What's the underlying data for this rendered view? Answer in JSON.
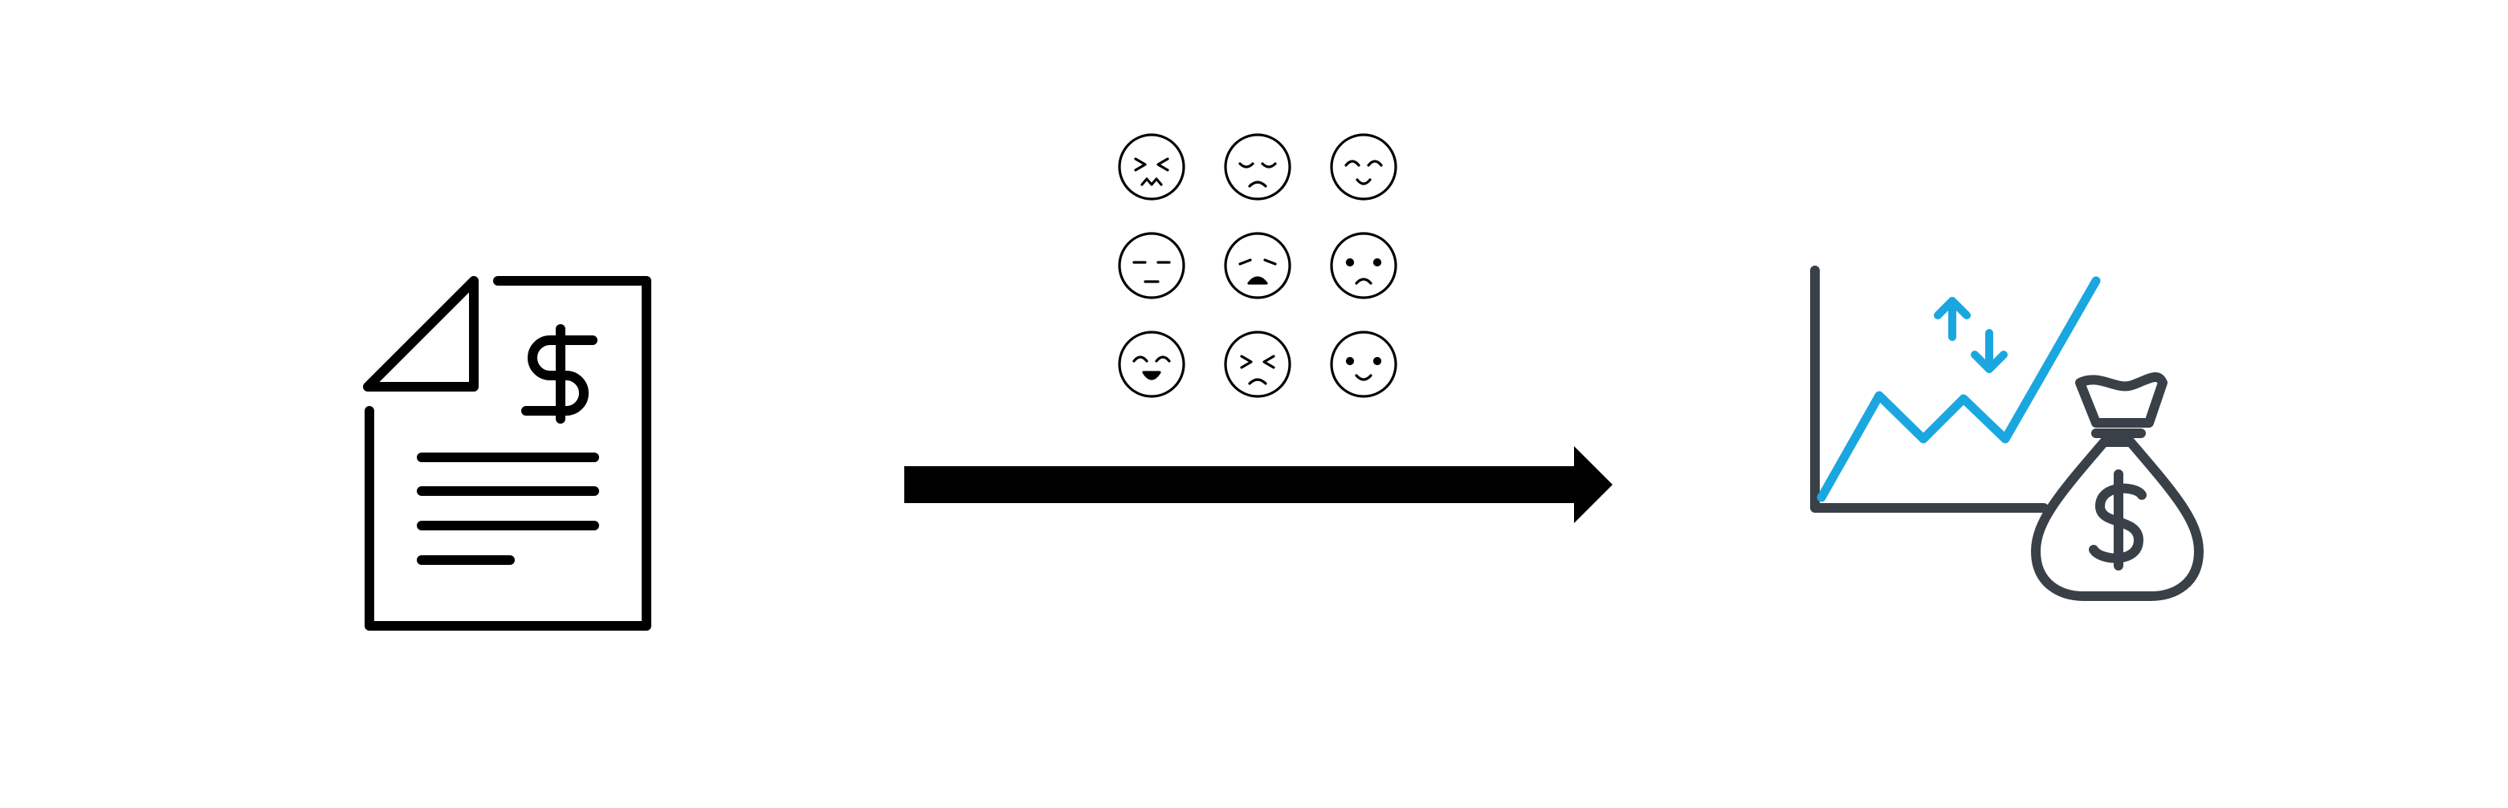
{
  "diagram": {
    "stages": [
      {
        "id": "financial-document",
        "icon": "financial-document-icon"
      },
      {
        "id": "investor-emotions",
        "icon": "emotion-face-grid"
      },
      {
        "id": "market-value",
        "icon": "stock-chart-money-bag-icon"
      }
    ],
    "flow": {
      "icon": "arrow-right-icon"
    },
    "emotion_faces": [
      {
        "name": "squinting-face",
        "icon": "squint-face-icon"
      },
      {
        "name": "sleepy-sad-face",
        "icon": "sleepy-sad-face-icon"
      },
      {
        "name": "happy-face",
        "icon": "happy-face-icon"
      },
      {
        "name": "neutral-face",
        "icon": "neutral-face-icon"
      },
      {
        "name": "shocked-sad-face",
        "icon": "shocked-sad-face-icon"
      },
      {
        "name": "worried-face",
        "icon": "worried-face-icon"
      },
      {
        "name": "laughing-face",
        "icon": "laughing-face-icon"
      },
      {
        "name": "frustrated-face",
        "icon": "frustrated-face-icon"
      },
      {
        "name": "smiling-face",
        "icon": "smiling-face-icon"
      }
    ],
    "colors": {
      "ink": "#000000",
      "chart_axis": "#3a4047",
      "chart_line": "#1aa7e0",
      "money_bag": "#3a4047",
      "background": "#ffffff"
    }
  }
}
